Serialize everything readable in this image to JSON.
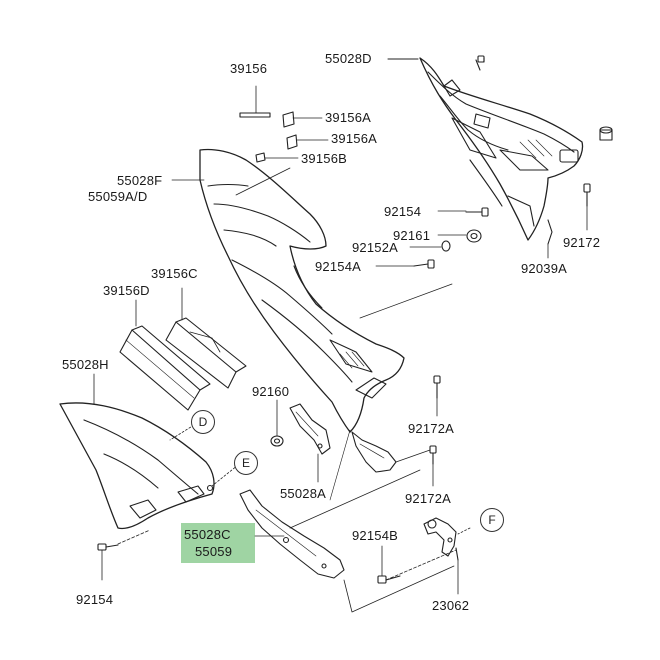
{
  "labels": {
    "l_39156": "39156",
    "l_39156A_1": "39156A",
    "l_39156A_2": "39156A",
    "l_39156B": "39156B",
    "l_55028F": "55028F",
    "l_55059AD": "55059A/D",
    "l_39156C": "39156C",
    "l_39156D": "39156D",
    "l_55028H": "55028H",
    "l_55028D": "55028D",
    "l_92154_top": "92154",
    "l_92161": "92161",
    "l_92152A": "92152A",
    "l_92154A": "92154A",
    "l_92172": "92172",
    "l_92039A": "92039A",
    "l_92160": "92160",
    "l_92172A_1": "92172A",
    "l_55028A": "55028A",
    "l_92172A_2": "92172A",
    "l_55028C": "55028C",
    "l_55059": "55059",
    "l_92154B": "92154B",
    "l_23062": "23062",
    "l_92154_bottom": "92154"
  },
  "callouts": {
    "d": "D",
    "e": "E",
    "f": "F"
  },
  "colors": {
    "highlight": "#9fd4a3",
    "line": "#222222"
  }
}
